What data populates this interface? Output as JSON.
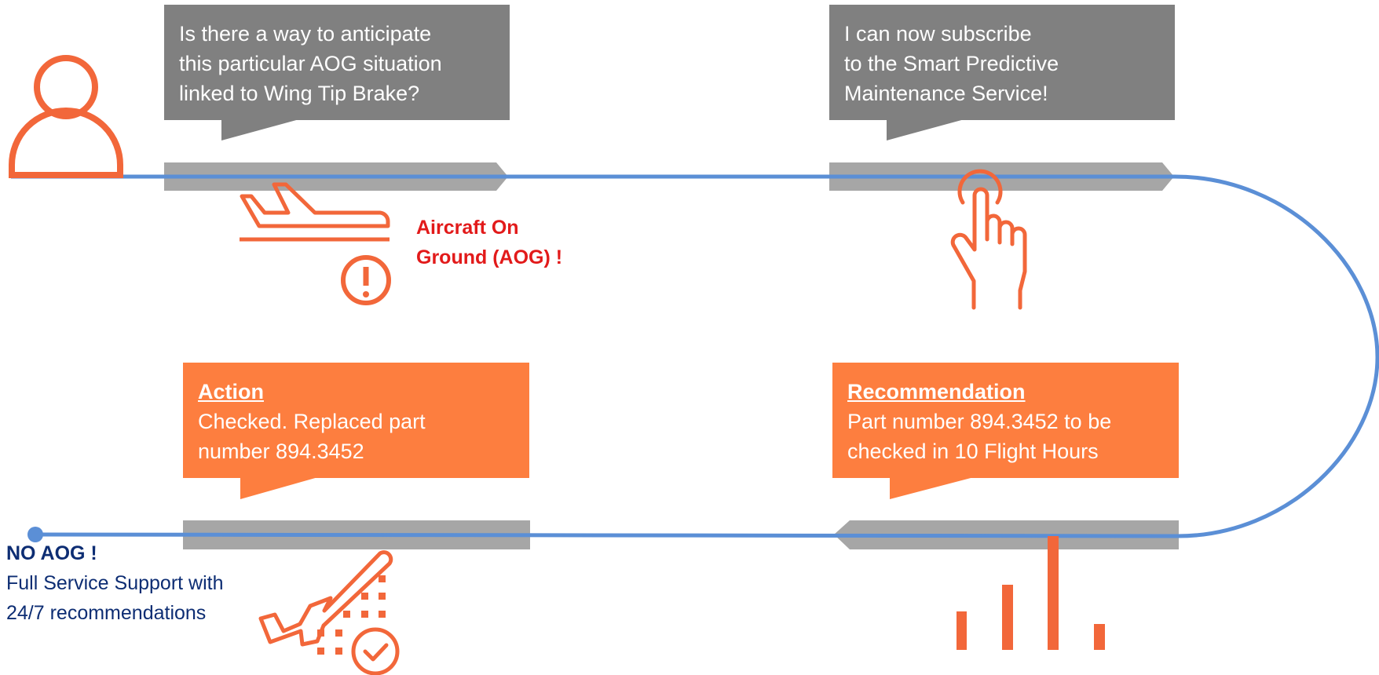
{
  "bubbles": {
    "question": {
      "lines": [
        "Is there a way to anticipate",
        "this particular AOG situation",
        "linked to Wing Tip Brake?"
      ]
    },
    "subscribe": {
      "lines": [
        "I can now subscribe",
        "to the Smart Predictive",
        "Maintenance Service!"
      ]
    },
    "action": {
      "heading": "Action",
      "lines": [
        "Checked. Replaced part",
        "number 894.3452"
      ]
    },
    "recommendation": {
      "heading": "Recommendation",
      "lines": [
        "Part number 894.3452 to be",
        "checked in 10 Flight Hours"
      ]
    }
  },
  "labels": {
    "aog": {
      "lines": [
        "Aircraft  On",
        "Ground (AOG) !"
      ]
    },
    "no_aog": {
      "title": "NO AOG !",
      "lines": [
        "Full Service Support with",
        "24/7 recommendations"
      ]
    }
  },
  "icons": {
    "user": "user-icon",
    "aircraft_ground": "airplane-landed-icon",
    "alert": "exclamation-circle-icon",
    "touch": "hand-pointer-icon",
    "analytics": "bar-chart-icon",
    "takeoff_check": "airplane-takeoff-check-icon"
  },
  "colors": {
    "accent_orange": "#fd7e3f",
    "icon_orange": "#f2673a",
    "bubble_grey": "#808080",
    "track_grey": "#a6a6a6",
    "timeline_blue": "#5b8fd6",
    "alert_red": "#e21a1a",
    "navy": "#0d2d73"
  }
}
